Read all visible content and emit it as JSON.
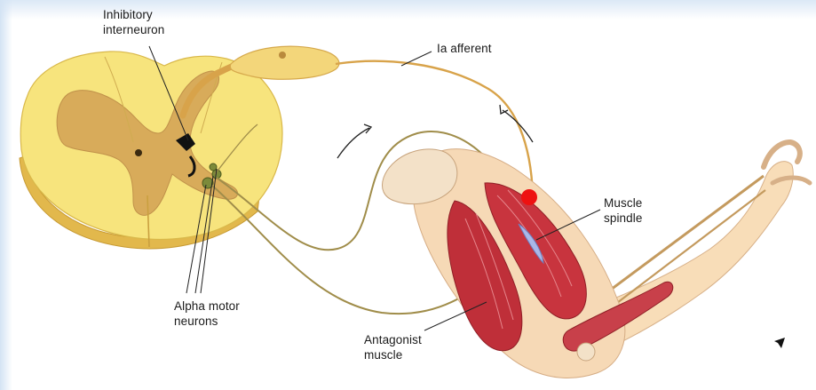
{
  "diagram": {
    "labels": {
      "inhibitory_interneuron": "Inhibitory\ninterneuron",
      "ia_afferent": "Ia afferent",
      "muscle_spindle": "Muscle\nspindle",
      "alpha_motor_neurons": "Alpha motor\nneurons",
      "antagonist_muscle": "Antagonist\nmuscle"
    },
    "colors": {
      "spinal_white_matter": "#f6e27a",
      "spinal_gray_matter": "#d9ad5e",
      "muscle": "#c8343e",
      "nerve": "#b99a52",
      "afferent": "#d8a34a",
      "bone": "#f0dcc0",
      "marker": "#ee1111"
    }
  }
}
